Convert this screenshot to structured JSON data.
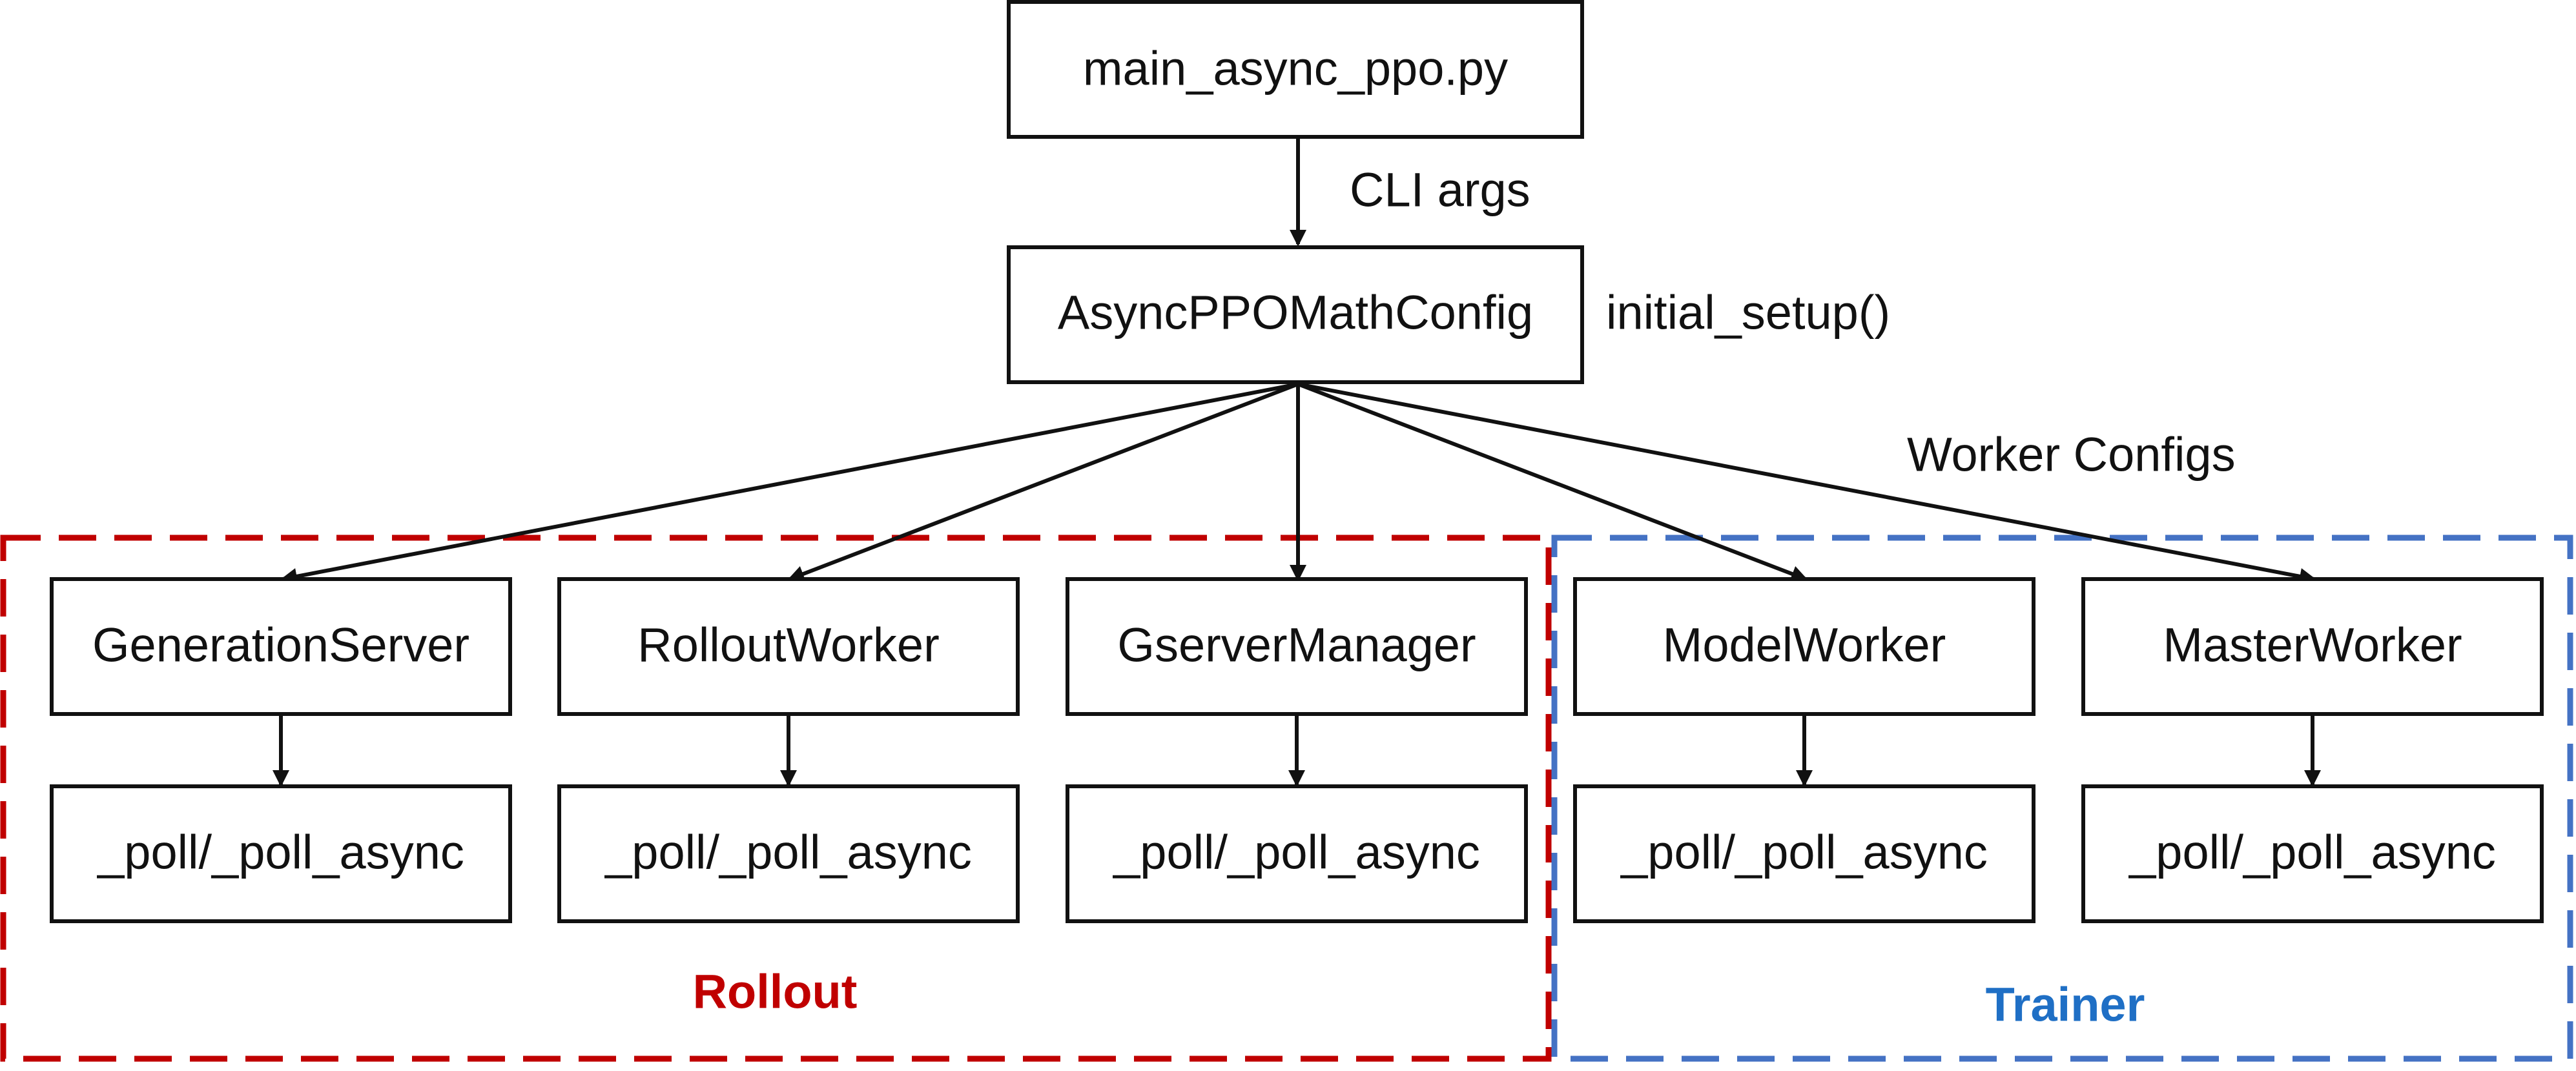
{
  "nodes": {
    "entry": "main_async_ppo.py",
    "config": "AsyncPPOMathConfig",
    "workers": [
      "GenerationServer",
      "RolloutWorker",
      "GserverManager",
      "ModelWorker",
      "MasterWorker"
    ],
    "polls": [
      "_poll/_poll_async",
      "_poll/_poll_async",
      "_poll/_poll_async",
      "_poll/_poll_async",
      "_poll/_poll_async"
    ]
  },
  "edge_labels": {
    "cli": "CLI args",
    "setup": "initial_setup()",
    "worker_configs": "Worker Configs"
  },
  "groups": {
    "rollout": {
      "label": "Rollout",
      "color": "#C00000"
    },
    "trainer": {
      "label": "Trainer",
      "color": "#1F6FC5",
      "border_color": "#4472C4"
    }
  }
}
